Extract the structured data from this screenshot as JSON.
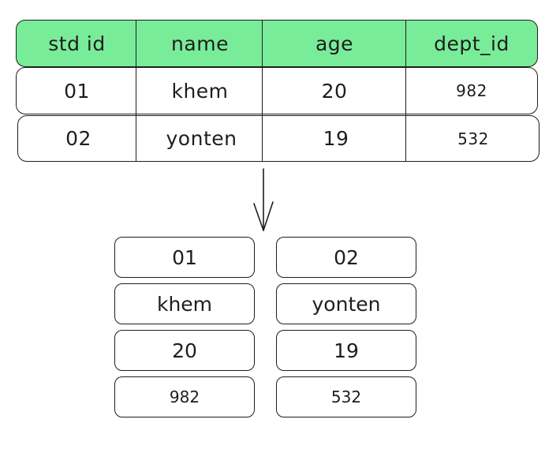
{
  "table": {
    "headers": [
      "std id",
      "name",
      "age",
      "dept_id"
    ],
    "rows": [
      [
        "01",
        "khem",
        "20",
        "982"
      ],
      [
        "02",
        "yonten",
        "19",
        "532"
      ]
    ],
    "header_fill": "#79ec9a",
    "stroke": "#1e1e1e"
  },
  "columns": [
    [
      "01",
      "khem",
      "20",
      "982"
    ],
    [
      "02",
      "yonten",
      "19",
      "532"
    ]
  ]
}
